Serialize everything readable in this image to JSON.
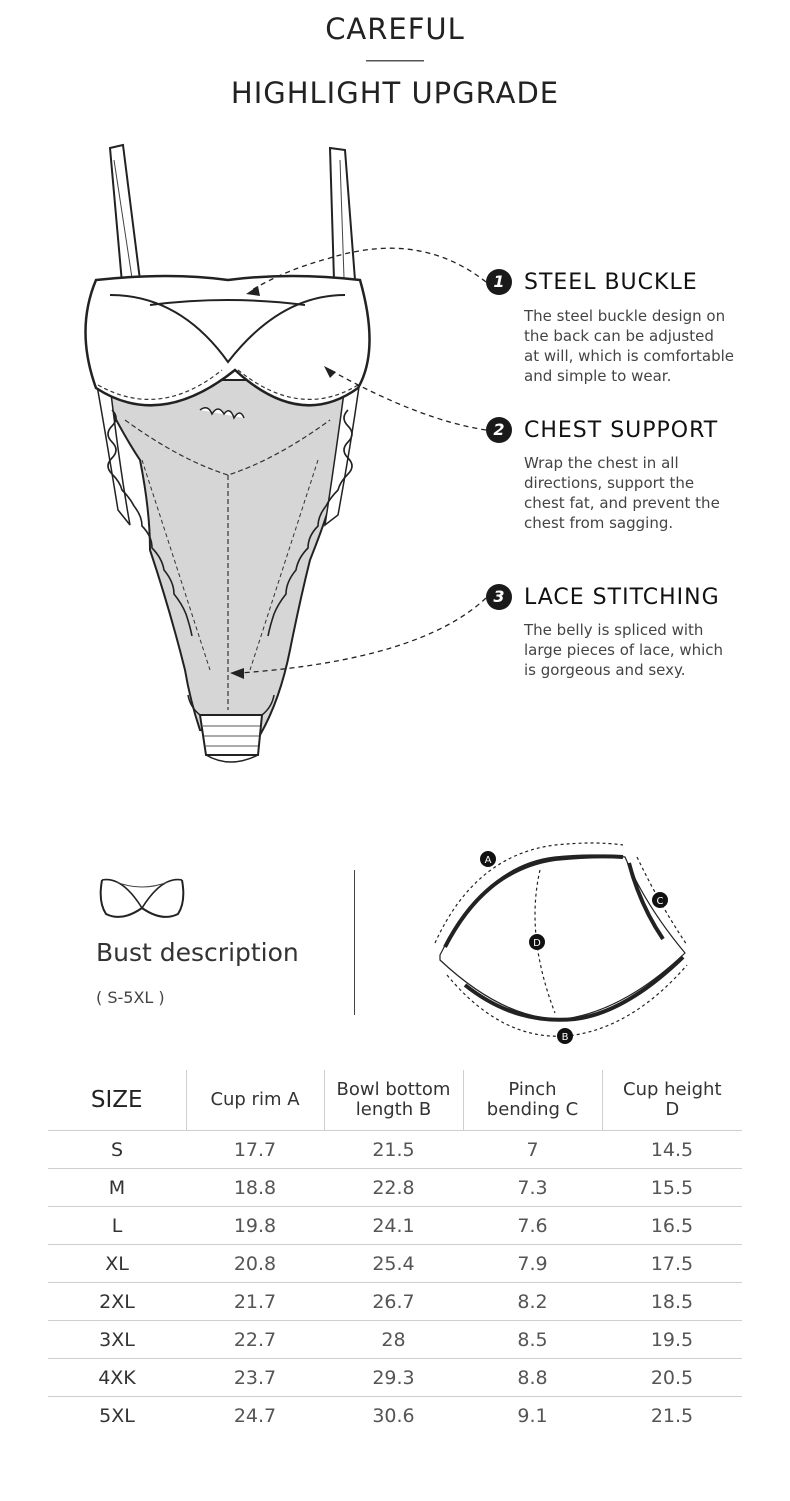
{
  "header": {
    "title": "CAREFUL",
    "subtitle": "HIGHLIGHT UPGRADE"
  },
  "features": [
    {
      "number": "1",
      "title": "STEEL BUCKLE",
      "description": [
        "The steel buckle design on",
        "the back can be adjusted",
        "at will, which is comfortable",
        "and simple to wear."
      ]
    },
    {
      "number": "2",
      "title": "CHEST SUPPORT",
      "description": [
        "Wrap the chest in all",
        "directions, support the",
        "chest fat, and prevent the",
        "chest from sagging."
      ]
    },
    {
      "number": "3",
      "title": "LACE STITCHING",
      "description": [
        "The belly is spliced with",
        "large pieces of lace, which",
        "is gorgeous and sexy."
      ]
    }
  ],
  "bust": {
    "label": "Bust description",
    "range": "( S-5XL )",
    "diagram_labels": {
      "a": "A",
      "b": "B",
      "c": "C",
      "d": "D"
    }
  },
  "size_table": {
    "headers": [
      [
        "SIZE"
      ],
      [
        "Cup rim A"
      ],
      [
        "Bowl bottom",
        "length B"
      ],
      [
        "Pinch",
        "bending C"
      ],
      [
        "Cup height",
        "D"
      ]
    ],
    "rows": [
      [
        "S",
        "17.7",
        "21.5",
        "7",
        "14.5"
      ],
      [
        "M",
        "18.8",
        "22.8",
        "7.3",
        "15.5"
      ],
      [
        "L",
        "19.8",
        "24.1",
        "7.6",
        "16.5"
      ],
      [
        "XL",
        "20.8",
        "25.4",
        "7.9",
        "17.5"
      ],
      [
        "2XL",
        "21.7",
        "26.7",
        "8.2",
        "18.5"
      ],
      [
        "3XL",
        "22.7",
        "28",
        "8.5",
        "19.5"
      ],
      [
        "4XK",
        "23.7",
        "29.3",
        "8.8",
        "20.5"
      ],
      [
        "5XL",
        "24.7",
        "30.6",
        "9.1",
        "21.5"
      ]
    ]
  },
  "colors": {
    "text": "#222222",
    "muted": "#555555",
    "garment_fill": "#d6d6d6",
    "rule": "#cfcfcf"
  }
}
